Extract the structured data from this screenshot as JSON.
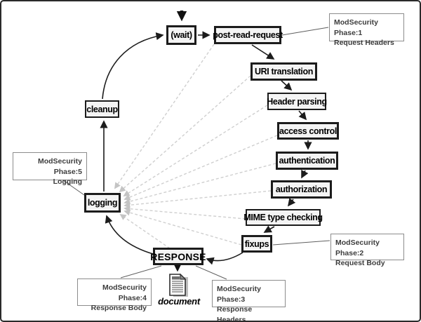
{
  "diagram": {
    "nodes": {
      "wait": {
        "label": "(wait)"
      },
      "post_read_request": {
        "label": "post-read-request"
      },
      "uri_translation": {
        "label": "URI translation"
      },
      "header_parsing": {
        "label": "Header parsing"
      },
      "access_control": {
        "label": "access control"
      },
      "authentication": {
        "label": "authentication"
      },
      "authorization": {
        "label": "authorization"
      },
      "mime_type_checking": {
        "label": "MIME type checking"
      },
      "fixups": {
        "label": "fixups"
      },
      "response": {
        "label": "RESPONSE"
      },
      "logging": {
        "label": "logging"
      },
      "cleanup": {
        "label": "cleanup"
      }
    },
    "callouts": {
      "phase1": {
        "line1": "ModSecurity Phase:1",
        "line2": "Request Headers"
      },
      "phase2": {
        "line1": "ModSecurity Phase:2",
        "line2": "Request Body"
      },
      "phase3": {
        "line1": "ModSecurity Phase:3",
        "line2": "Response Headers"
      },
      "phase4": {
        "line1": "ModSecurity Phase:4",
        "line2": "Response Body"
      },
      "phase5": {
        "line1": "ModSecurity Phase:5",
        "line2": "Logging"
      }
    },
    "document_icon_label": "document",
    "colors": {
      "node_fill": "#f4f4f4",
      "node_border": "#1c1c1c",
      "callout_border": "#8c8c8c",
      "callout_text": "#3d3d3d",
      "dashed_line": "#cfcfcf",
      "solid_line": "#1c1c1c"
    }
  }
}
